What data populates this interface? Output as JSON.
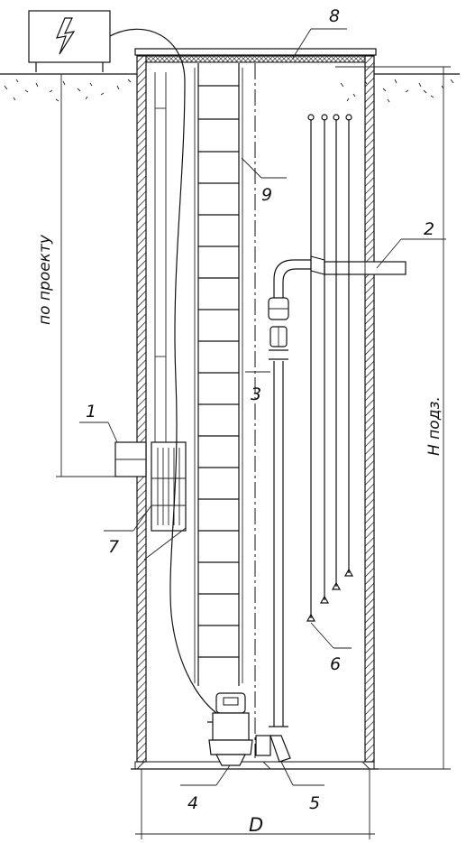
{
  "labels": {
    "l1": "1",
    "l2": "2",
    "l3": "3",
    "l4": "4",
    "l5": "5",
    "l6": "6",
    "l7": "7",
    "l8": "8",
    "l9": "9",
    "diameter": "D",
    "depth": "H подз.",
    "by_project": "по проекту"
  },
  "icons": {
    "power": "lightning-bolt"
  }
}
